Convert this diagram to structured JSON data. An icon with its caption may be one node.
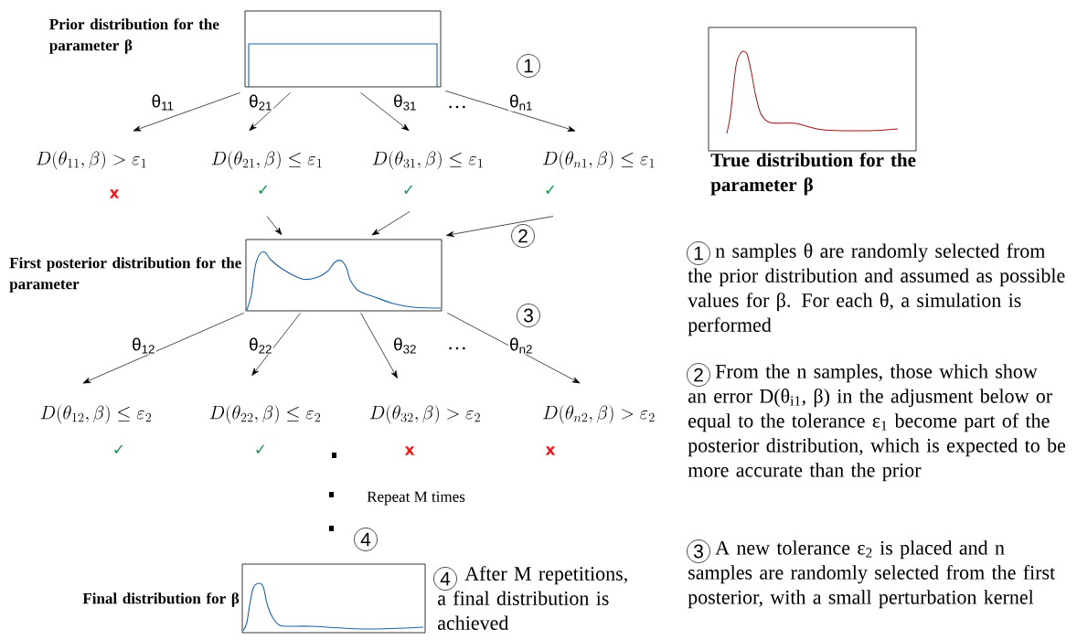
{
  "diagram": {
    "nodes": [
      {
        "text": [
          "Prior distribution for the parameter β"
        ]
      },
      {
        "text": [
          "D(\\theta_{11},\\beta) > \\varepsilon_1"
        ],
        "beside": [
          "x"
        ]
      },
      {
        "text": [
          "D(\\theta_{21},\\beta) \\leq \\varepsilon_1"
        ],
        "beside": [
          "✓"
        ]
      },
      {
        "text": [
          "D(\\theta_{31},\\beta) \\leq \\varepsilon_1"
        ],
        "beside": [
          "✓"
        ]
      },
      {
        "text": [
          "D(\\theta_{n1},\\beta) \\leq \\varepsilon_1"
        ],
        "beside": [
          "✓"
        ]
      },
      {
        "text": [
          "First posterior distribution for the parameter"
        ]
      },
      {
        "text": [
          "D(\\theta_{12},\\beta) \\leq \\varepsilon_2"
        ],
        "beside": [
          "✓"
        ]
      },
      {
        "text": [
          "D(\\theta_{22},\\beta) \\leq \\varepsilon_2"
        ],
        "beside": [
          "✓"
        ]
      },
      {
        "text": [
          "D(\\theta_{32},\\beta) > \\varepsilon_2"
        ],
        "beside": [
          "x"
        ]
      },
      {
        "text": [
          "D(\\theta_{n2},\\beta) > \\varepsilon_2"
        ],
        "beside": [
          "x"
        ]
      },
      {
        "text": [
          "Final distribution for β"
        ]
      },
      {
        "text": [
          "True distribution for the parameter β"
        ]
      }
    ],
    "edges": [
      {
        "from": 0,
        "to": 1,
        "arrow": "to",
        "label": "θ$_{11}$"
      },
      {
        "from": 0,
        "to": 2,
        "arrow": "to",
        "label": "θ$_{21}$"
      },
      {
        "from": 0,
        "to": 3,
        "arrow": "to",
        "label": "θ$_{31}$"
      },
      {
        "from": 0,
        "to": 4,
        "arrow": "to",
        "label": "θ$_{n1}$"
      },
      {
        "from": 2,
        "to": 5,
        "arrow": "to"
      },
      {
        "from": 3,
        "to": 5,
        "arrow": "to"
      },
      {
        "from": 4,
        "to": 5,
        "arrow": "to"
      },
      {
        "from": 5,
        "to": 6,
        "arrow": "to",
        "label": "θ$_{12}$"
      },
      {
        "from": 5,
        "to": 7,
        "arrow": "to",
        "label": "θ$_{22}$"
      },
      {
        "from": 5,
        "to": 8,
        "arrow": "to",
        "label": "θ$_{32}$"
      },
      {
        "from": 5,
        "to": 9,
        "arrow": "to",
        "label": "θ$_{n2}$"
      }
    ],
    "labels": [
      "1",
      "…",
      "2",
      "3",
      "…",
      "Repeat M times",
      "4",
      "4",
      "After M repetitions, a final distribution is achieved",
      "1",
      "n samples θ are randomly selected from the prior distribution and assumed as possible values for β. For each θ, a simulation is performed",
      "2",
      "From the n samples, those which show an error D(θ$_{i1}$, β) in the adjusment below or equal to the tolerance ε$_{1}$ become part of the posterior distribution, which is expected to be more accurate than the prior",
      "3",
      "A new tolerance ε$_{2}$ is placed and n samples are randomly selected from the first posterior, with a small perturbation kernel"
    ]
  }
}
